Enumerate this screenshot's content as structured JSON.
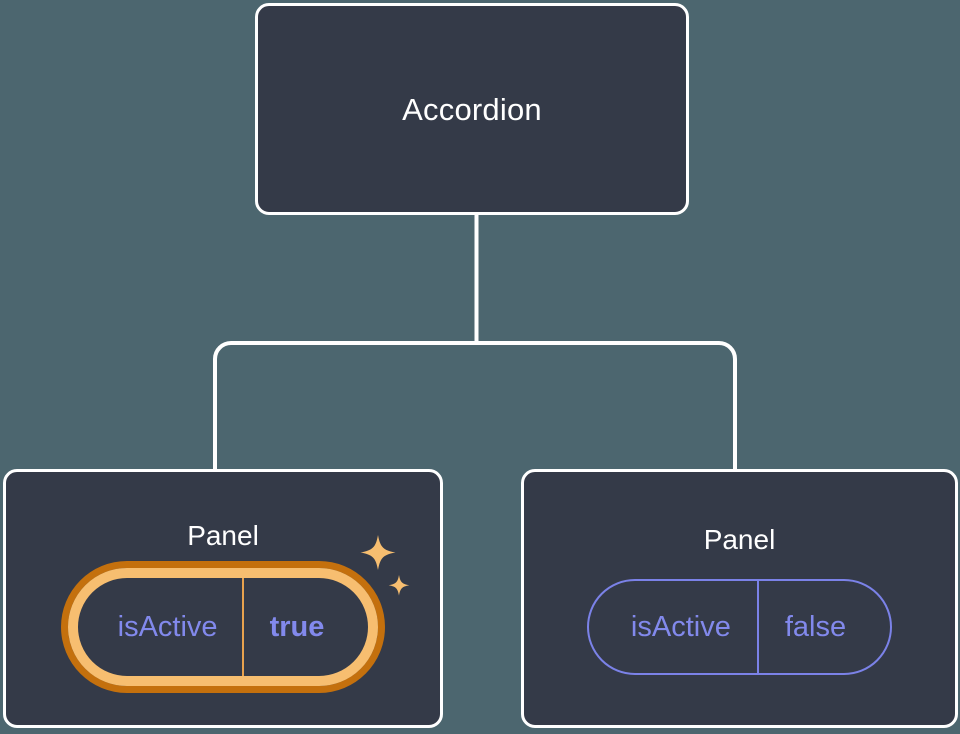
{
  "canvas": {
    "background_color": "#4c666f",
    "node_fill_color": "#343a48",
    "node_border_color": "#ffffff",
    "edge_color": "#ffffff",
    "accent_purple": "#8289ec",
    "highlight_orange": "#f7be70",
    "highlight_orange_dark": "#c4700d"
  },
  "tree": {
    "root": {
      "title": "Accordion"
    },
    "children": [
      {
        "title": "Panel",
        "highlighted": true,
        "props": [
          {
            "key": "isActive",
            "value": "true"
          }
        ]
      },
      {
        "title": "Panel",
        "highlighted": false,
        "props": [
          {
            "key": "isActive",
            "value": "false"
          }
        ]
      }
    ]
  },
  "decorations": {
    "sparkle_large": "sparkle-icon",
    "sparkle_small": "sparkle-icon"
  }
}
